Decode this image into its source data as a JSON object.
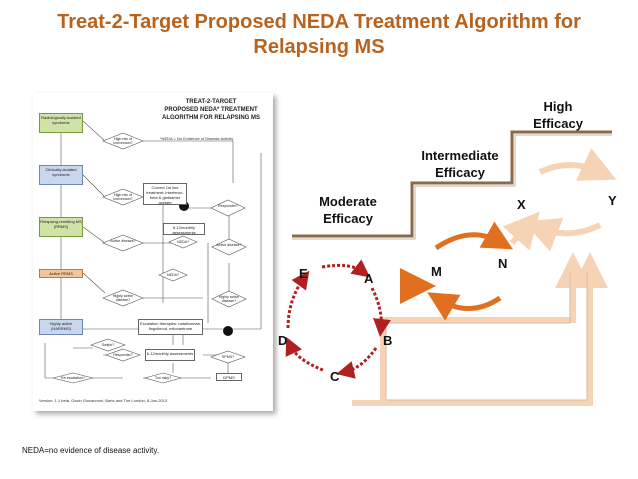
{
  "title_line1": "Treat-2-Target Proposed NEDA Treatment Algorithm for",
  "title_line2": "Relapsing MS",
  "colors": {
    "title": "#b8621e",
    "orange_arrow": "#e07020",
    "pale_arrow": "#f7d3b6",
    "step_line": "#8a6a4a"
  },
  "flowchart": {
    "title_lines": [
      "TREAT-2-TARGET",
      "PROPOSED  NEDA* TREATMENT",
      "ALGORITHM FOR RELAPSING MS"
    ],
    "note": "*NEDA = No Evidence of Disease Activity",
    "stages": [
      {
        "label": "Radiologically-isolated syndrome",
        "style": "g"
      },
      {
        "label": "Clinically-isolated syndrome",
        "style": "b"
      },
      {
        "label": "Relapsing-remitting MS (RRMS)",
        "style": "g"
      },
      {
        "label": "Active RRMS",
        "style": "o"
      },
      {
        "label": "Highly active (HARRMS)",
        "style": "b"
      }
    ],
    "boxes": [
      {
        "label": "Correct 1st line treatment: interferon-beta & glatiramer acetate"
      },
      {
        "label": "6-12monthly assessments"
      },
      {
        "label": "Escalation therapies: natalizumab, fingolimod, mitoxantrone"
      },
      {
        "label": "6-12monthly assessments"
      },
      {
        "label": "DPMS"
      }
    ],
    "decisions": [
      {
        "label": "High risk of conversion?"
      },
      {
        "label": "High risk of conversion?"
      },
      {
        "label": "Active disease?"
      },
      {
        "label": "Highly active disease?"
      },
      {
        "label": "Responder?"
      },
      {
        "label": "Active disease?"
      },
      {
        "label": "Highly active disease?"
      },
      {
        "label": "Switch?"
      },
      {
        "label": "Responder?"
      },
      {
        "label": "Re-escalation?"
      },
      {
        "label": "Too risky?"
      },
      {
        "label": "SPMS?"
      },
      {
        "label": "NEDA?"
      },
      {
        "label": "NEDA?"
      }
    ],
    "footer": "Version: 1.1 beta. Gavin Giovannoni, Barts and The London, 8-Jan-2013"
  },
  "levels": {
    "moderate": "Moderate\nEfficacy",
    "intermediate": "Intermediate\nEfficacy",
    "high": "High\nEfficacy"
  },
  "cycle_letters": {
    "E": "E",
    "A": "A",
    "B": "B",
    "C": "C",
    "D": "D",
    "M": "M",
    "N": "N",
    "X": "X",
    "Y": "Y"
  },
  "footnote": "NEDA=no evidence of disease activity."
}
